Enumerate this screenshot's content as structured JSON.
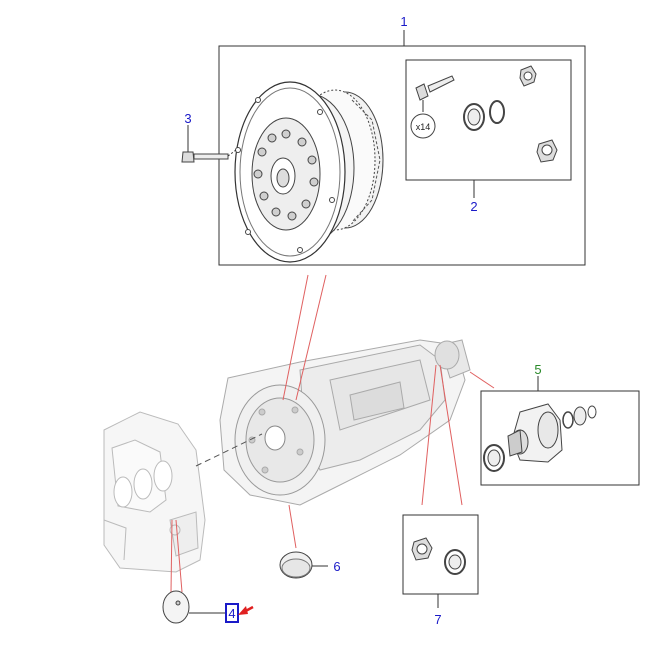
{
  "colors": {
    "callout_default": "#1a1ac8",
    "callout_highlight": "#2a8a2a",
    "leader_red": "#e06060",
    "selection_box": "#1a1ac8",
    "pointer_arrow": "#e02020",
    "box_border": "#333333"
  },
  "callouts": {
    "c1": "1",
    "c2": "2",
    "c3": "3",
    "c4": "4",
    "c5": "5",
    "c6": "6",
    "c7": "7"
  },
  "labels": {
    "bolt_qty": "x14"
  },
  "icons": {
    "pointer": "red-arrow-icon"
  }
}
